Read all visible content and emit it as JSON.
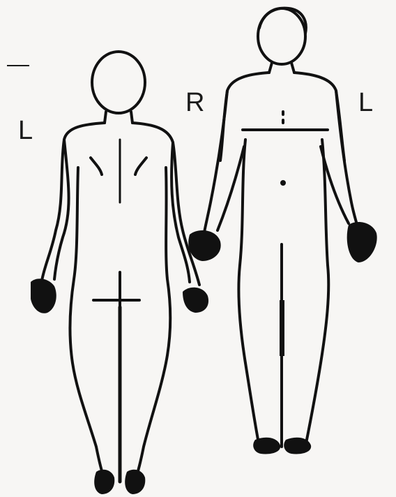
{
  "labels": {
    "back_left": "L",
    "front_right": "R",
    "front_left": "L"
  },
  "icons": {
    "back_figure": "human-body-back-view-outline",
    "front_figure": "human-body-front-view-outline",
    "lesion_marks": "dark-patches-on-hands-and-feet"
  },
  "colors": {
    "ink": "#111111",
    "paper": "#f7f6f4"
  }
}
